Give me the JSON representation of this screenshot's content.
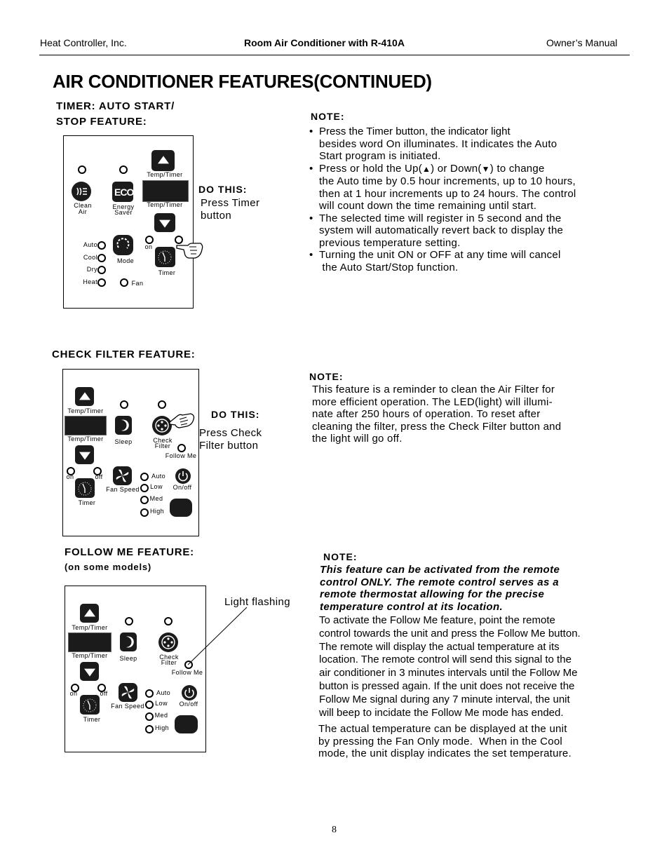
{
  "header": {
    "left": "Heat Controller, Inc.",
    "center": "Room Air Conditioner with R-410A",
    "right": "Owner’s Manual"
  },
  "title": "AIR CONDITIONER FEATURES(CONTINUED)",
  "timer_section": {
    "heading_line1": "TIMER: AUTO START/",
    "heading_line2": "STOP FEATURE:",
    "do_this": "DO THIS:",
    "instruction_line1": "Press Timer",
    "instruction_line2": "button",
    "note_heading": "NOTE:",
    "bullets": [
      [
        "Press the Timer button, the indicator light",
        "besides word On illuminates. It indicates the Auto",
        "Start program is initiated."
      ],
      [
        "Press or hold the Up(",
        ") or Down(",
        ") to change",
        "the Auto time by 0.5 hour increments, up to 10 hours,",
        "then at 1 hour increments up to 24 hours. The control",
        "will count down the time remaining until start."
      ],
      [
        "The selected time will register in 5 second and the",
        "system will automatically revert back to display the",
        "previous temperature setting."
      ],
      [
        "Turning the unit ON or OFF at any time will cancel",
        " the Auto Start/Stop function."
      ]
    ]
  },
  "filter_section": {
    "heading": "CHECK FILTER FEATURE:",
    "do_this": "DO THIS:",
    "instruction_line1": "Press Check",
    "instruction_line2": "Filter button",
    "note_heading": "NOTE:",
    "note_lines": [
      "This feature is a reminder to clean the Air Filter for",
      "more efficient operation. The LED(light) will illumi-",
      "nate after 250 hours of operation. To reset after",
      "cleaning the filter, press the Check Filter button and",
      "the light will go off."
    ]
  },
  "follow_section": {
    "heading": "FOLLOW ME FEATURE:",
    "subheading": "(on some models)",
    "callout": "Light flashing",
    "note_heading": "NOTE:",
    "italic_lines": [
      "This feature can be activated from the remote",
      "control ONLY. The remote control serves as a",
      "remote thermostat allowing for the precise",
      "temperature control at its location."
    ],
    "para1_lines": [
      "To activate the Follow Me feature, point the remote",
      "control towards the unit and press the Follow Me button.",
      "The remote will display the actual temperature at its",
      "location. The remote control will send this signal to the",
      "air conditioner in 3 minutes intervals until the Follow Me",
      "button is pressed again. If the unit does not receive the",
      "Follow Me signal during any 7 minute interval, the unit",
      "will beep to incidate the Follow Me mode has ended."
    ],
    "para2_lines": [
      "The actual temperature can be displayed at the unit",
      "by pressing the Fan Only mode.  When in the Cool",
      "mode, the unit display indicates the set temperature."
    ]
  },
  "panel_labels": {
    "temp_timer": "Temp/Timer",
    "clean": "Clean",
    "air": "Air",
    "energy": "Energy",
    "saver": "Saver",
    "eco": "ECO",
    "on": "on",
    "off": "off",
    "auto": "Auto",
    "cool": "Cool",
    "dry": "Dry",
    "heat": "Heat",
    "mode": "Mode",
    "fan": "Fan",
    "timer": "Timer",
    "sleep": "Sleep",
    "check": "Check",
    "filter": "Filter",
    "follow_me": "Follow Me",
    "fan_speed": "Fan Speed",
    "low": "Low",
    "med": "Med",
    "high": "High",
    "on_off": "On/off"
  },
  "page_number": "8"
}
